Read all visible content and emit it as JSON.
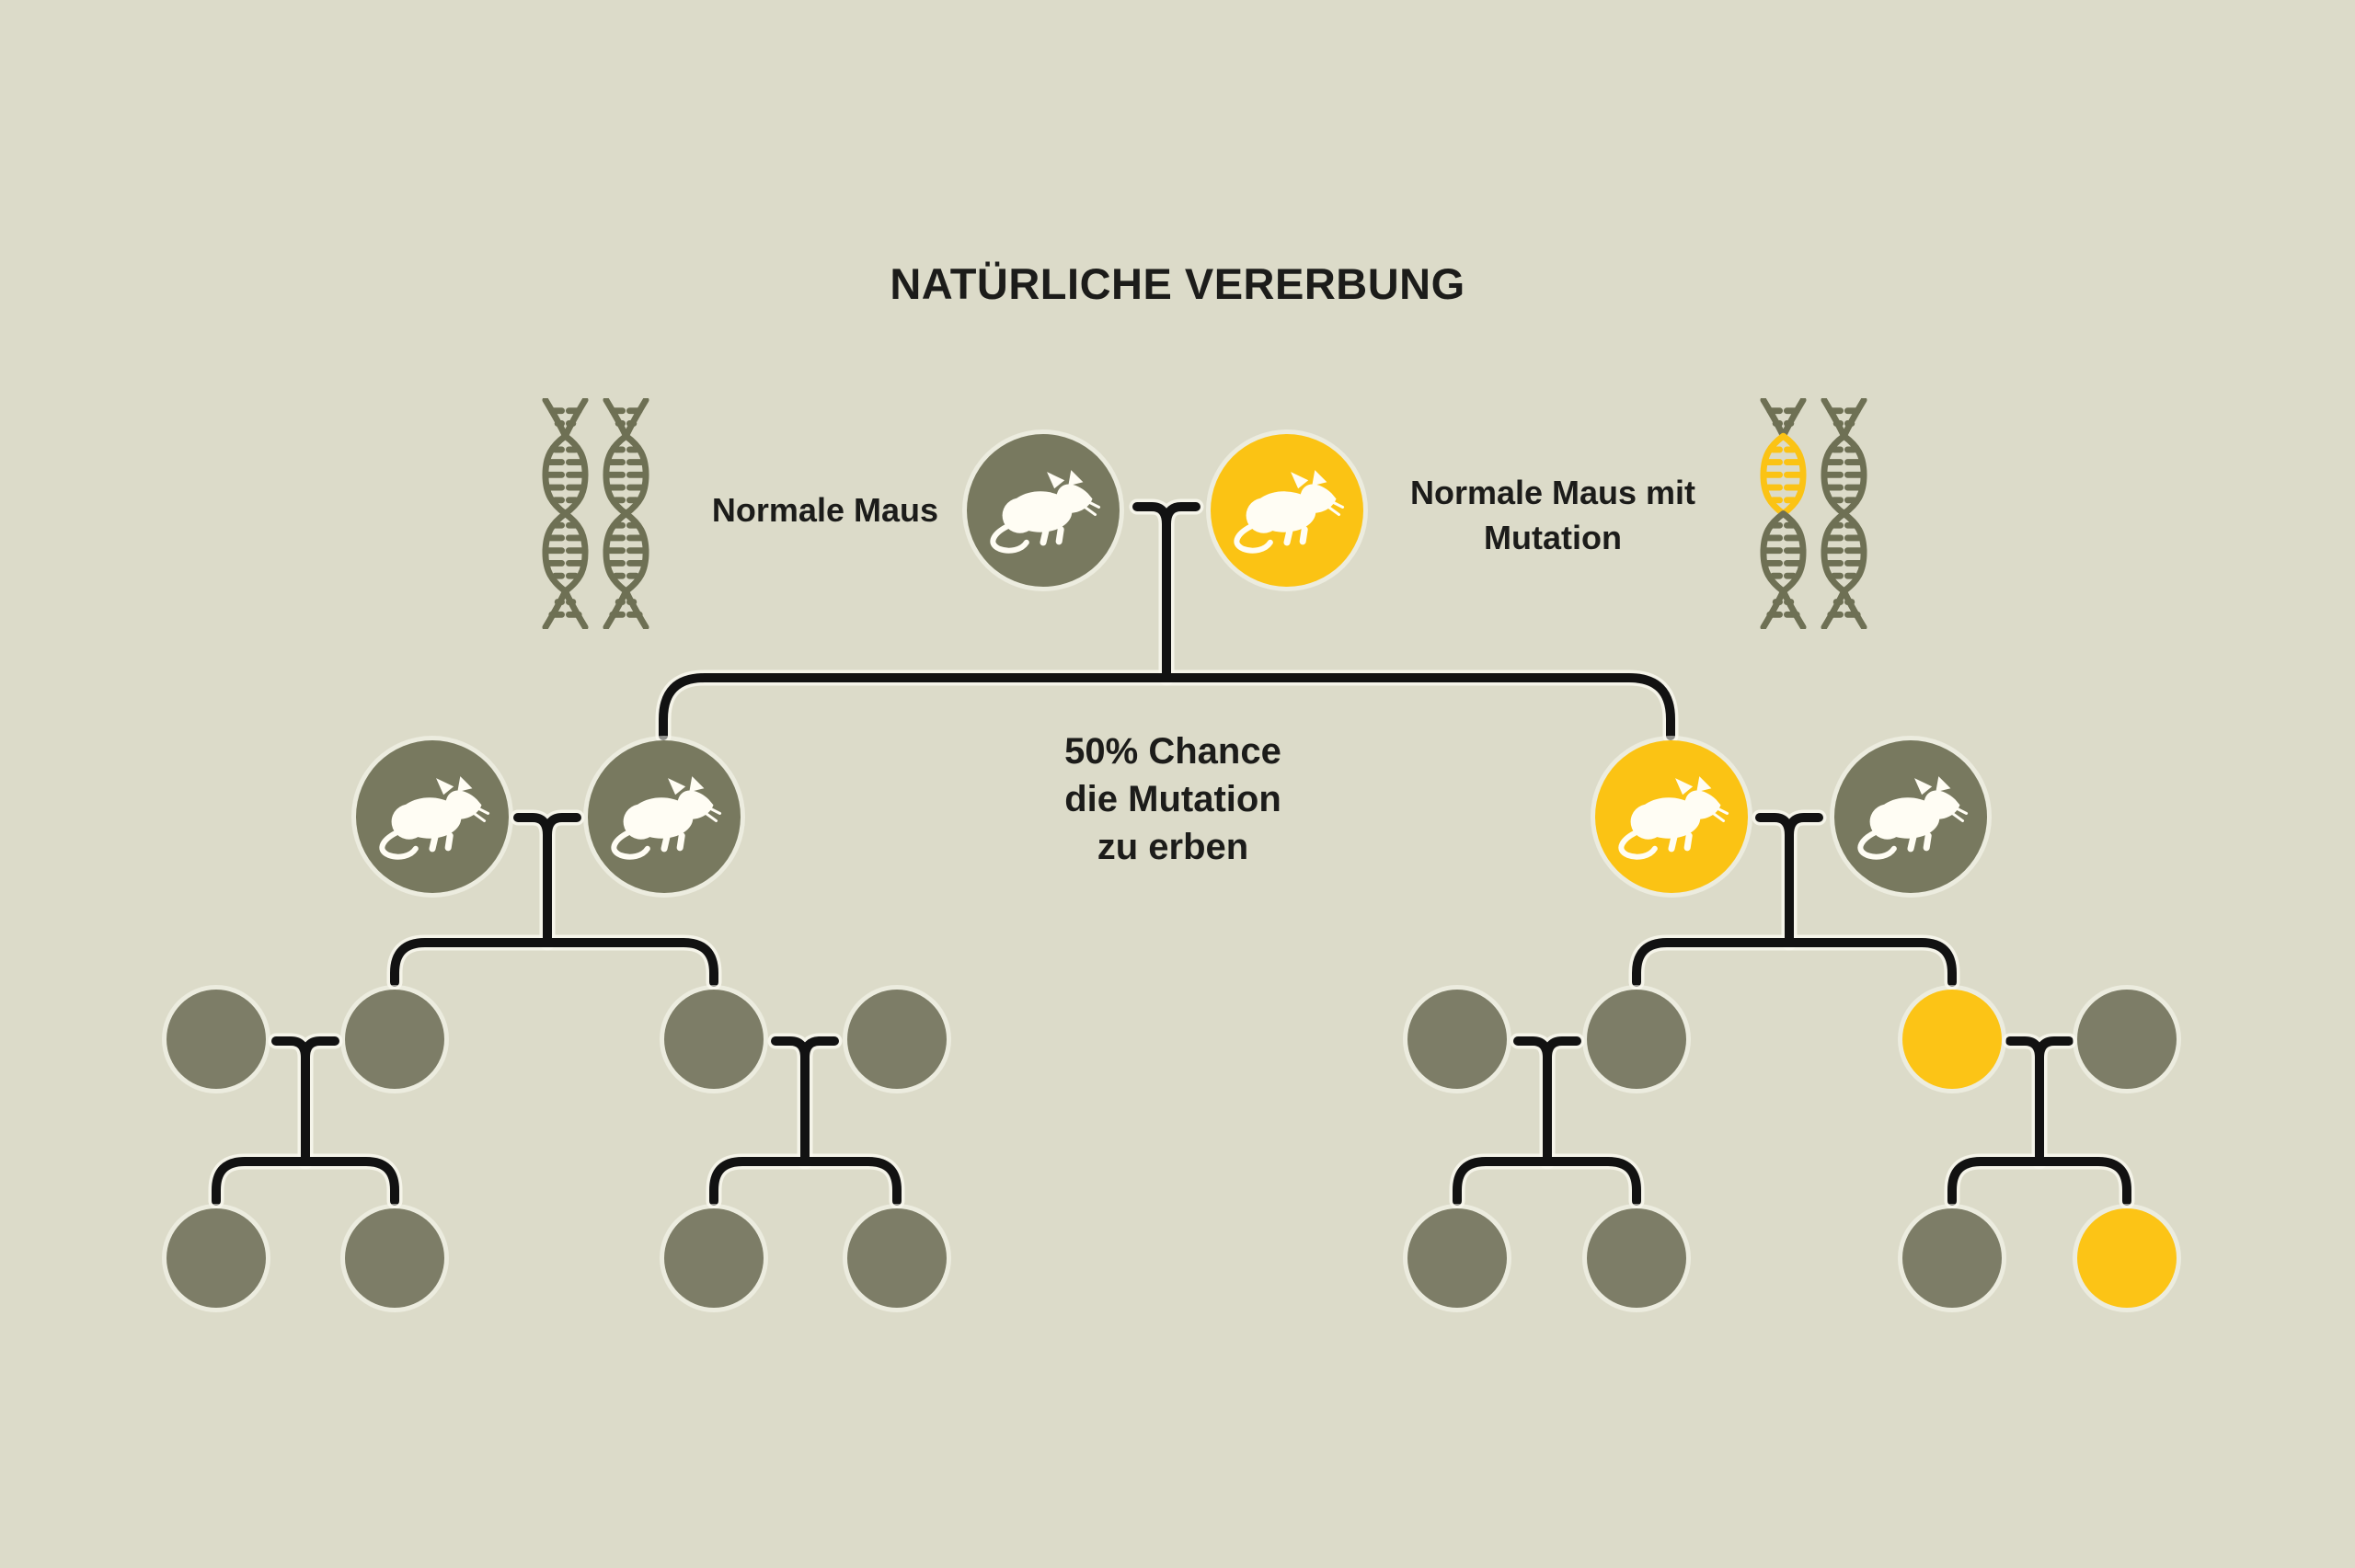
{
  "title": "NATÜRLICHE VERERBUNG",
  "labels": {
    "parent_normal": "Normale Maus",
    "parent_mutant_line1": "Normale Maus mit",
    "parent_mutant_line2": "Mutation",
    "chance_line1": "50% Chance",
    "chance_line2": "die Mutation",
    "chance_line3": "zu erben"
  },
  "colors": {
    "bg": "#dcdbc9",
    "ink": "#121212",
    "text": "#1c1c1a",
    "olive_parent": "#78795f",
    "olive_child": "#7d7d67",
    "yellow": "#fbc314",
    "dna": "#6e7054",
    "mouse": "#fffdf4"
  },
  "icons": {
    "mouse": "mouse-silhouette",
    "dna_normal": "dna-double-helix",
    "dna_mutant": "dna-double-helix-with-yellow-mutated-segment"
  },
  "pedigree": {
    "generation1": {
      "nodes": [
        {
          "id": "parent-normal",
          "variant": "normal",
          "color": "#78795f"
        },
        {
          "id": "parent-mutant",
          "variant": "mutant",
          "color": "#fbc314"
        }
      ]
    },
    "generation2": {
      "nodes": [
        {
          "id": "g2-partner-left",
          "variant": "normal",
          "color": "#78795f"
        },
        {
          "id": "g2-child-left",
          "variant": "normal",
          "color": "#78795f"
        },
        {
          "id": "g2-child-mutant",
          "variant": "mutant",
          "color": "#fbc314"
        },
        {
          "id": "g2-partner-right",
          "variant": "normal",
          "color": "#78795f"
        }
      ]
    },
    "generation3": {
      "nodes": [
        {
          "id": "g3-1",
          "variant": "normal",
          "color": "#7d7d67"
        },
        {
          "id": "g3-2",
          "variant": "normal",
          "color": "#7d7d67"
        },
        {
          "id": "g3-3",
          "variant": "normal",
          "color": "#7d7d67"
        },
        {
          "id": "g3-4",
          "variant": "normal",
          "color": "#7d7d67"
        },
        {
          "id": "g3-5",
          "variant": "normal",
          "color": "#7d7d67"
        },
        {
          "id": "g3-6",
          "variant": "normal",
          "color": "#7d7d67"
        },
        {
          "id": "g3-7",
          "variant": "mutant",
          "color": "#fcc416"
        },
        {
          "id": "g3-8",
          "variant": "normal",
          "color": "#7d7d67"
        }
      ]
    },
    "generation4": {
      "nodes": [
        {
          "id": "g4-1",
          "variant": "normal",
          "color": "#7d7d67"
        },
        {
          "id": "g4-2",
          "variant": "normal",
          "color": "#7d7d67"
        },
        {
          "id": "g4-3",
          "variant": "normal",
          "color": "#7d7d67"
        },
        {
          "id": "g4-4",
          "variant": "normal",
          "color": "#7d7d67"
        },
        {
          "id": "g4-5",
          "variant": "normal",
          "color": "#7d7d67"
        },
        {
          "id": "g4-6",
          "variant": "normal",
          "color": "#7d7d67"
        },
        {
          "id": "g4-7",
          "variant": "normal",
          "color": "#7d7d67"
        },
        {
          "id": "g4-8",
          "variant": "mutant",
          "color": "#fcc416"
        }
      ]
    }
  }
}
